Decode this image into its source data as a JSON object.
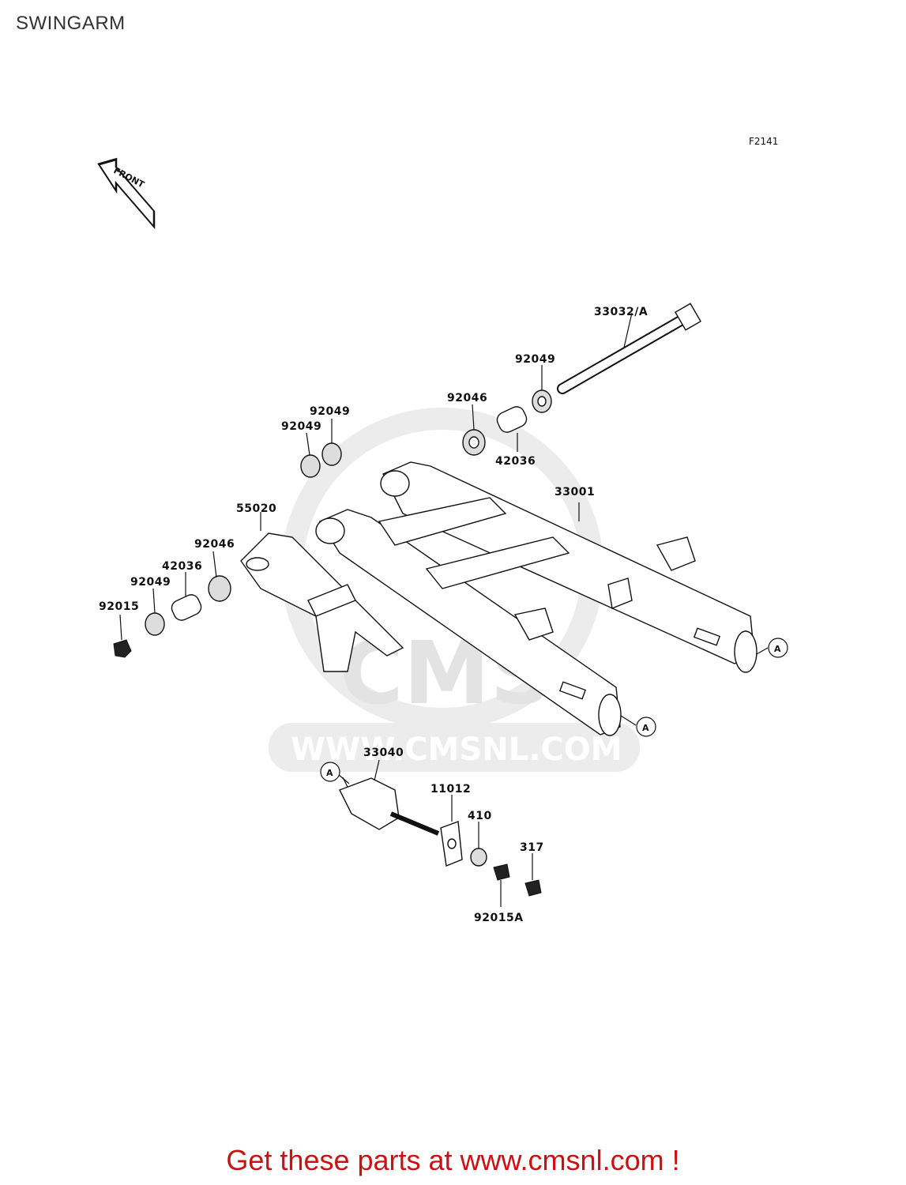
{
  "page": {
    "title": "SWINGARM",
    "figure_code": "F2141",
    "front_arrow_label": "FRONT",
    "promo_text": "Get these parts at www.cmsnl.com !"
  },
  "watermark": {
    "brand": "CMS",
    "url": "WWW.CMSNL.COM"
  },
  "callouts": {
    "ref_a": "A"
  },
  "parts": [
    {
      "id": "p33032",
      "number": "33032/A"
    },
    {
      "id": "p92049a",
      "number": "92049"
    },
    {
      "id": "p92046a",
      "number": "92046"
    },
    {
      "id": "p42036a",
      "number": "42036"
    },
    {
      "id": "p33001",
      "number": "33001"
    },
    {
      "id": "p92049b",
      "number": "92049"
    },
    {
      "id": "p92049c",
      "number": "92049"
    },
    {
      "id": "p55020",
      "number": "55020"
    },
    {
      "id": "p92046b",
      "number": "92046"
    },
    {
      "id": "p42036b",
      "number": "42036"
    },
    {
      "id": "p92049d",
      "number": "92049"
    },
    {
      "id": "p92015",
      "number": "92015"
    },
    {
      "id": "p33040",
      "number": "33040"
    },
    {
      "id": "p11012",
      "number": "11012"
    },
    {
      "id": "p410",
      "number": "410"
    },
    {
      "id": "p317",
      "number": "317"
    },
    {
      "id": "p92015A",
      "number": "92015A"
    }
  ]
}
